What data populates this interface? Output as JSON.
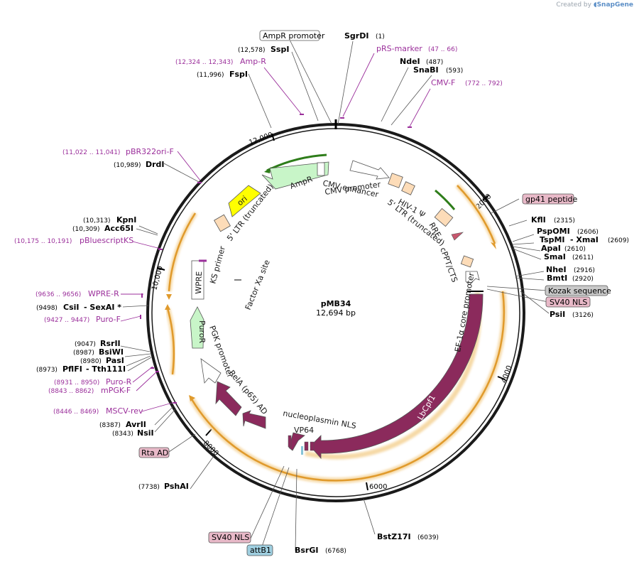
{
  "credit": {
    "prefix": "Created by",
    "brand": "SnapGene"
  },
  "plasmid": {
    "name": "pMB34",
    "size": "12,694 bp"
  },
  "ticks": [
    "2000",
    "4000",
    "6000",
    "8000",
    "10,000",
    "12,000"
  ],
  "colors": {
    "purple": "#9b2f9b",
    "feature": "#8b2a5c",
    "ori": "#ffff00",
    "amp": "#c8f5c8",
    "ltr": "#fddcb8",
    "orange": "#e8a43c"
  },
  "sites": {
    "sgrdi": {
      "name": "SgrDI",
      "pos": "(1)"
    },
    "ampr_promoter": {
      "name": "AmpR promoter"
    },
    "sspi": {
      "name": "SspI",
      "pos": "(12,578)"
    },
    "prs_marker": {
      "name": "pRS-marker",
      "pos": "(47 .. 66)"
    },
    "amp_r": {
      "name": "Amp-R",
      "pos": "(12,324 .. 12,343)"
    },
    "ndei": {
      "name": "NdeI",
      "pos": "(487)"
    },
    "snabi": {
      "name": "SnaBI",
      "pos": "(593)"
    },
    "fspi": {
      "name": "FspI",
      "pos": "(11,996)"
    },
    "cmv_f": {
      "name": "CMV-F",
      "pos": "(772 .. 792)"
    },
    "pbr322ori_f": {
      "name": "pBR322ori-F",
      "pos": "(11,022 .. 11,041)"
    },
    "drdi": {
      "name": "DrdI",
      "pos": "(10,989)"
    },
    "gp41": {
      "name": "gp41 peptide"
    },
    "kfli": {
      "name": "KflI",
      "pos": "(2315)"
    },
    "kpni": {
      "name": "KpnI",
      "pos": "(10,313)"
    },
    "acc65i": {
      "name": "Acc65I",
      "pos": "(10,309)"
    },
    "pbluescriptks": {
      "name": "pBluescriptKS",
      "pos": "(10,175 .. 10,191)"
    },
    "psppomi": {
      "name": "PspOMI",
      "pos": "(2606)"
    },
    "tspmi": {
      "name": "TspMI",
      "pos": "(2609)"
    },
    "xmai": {
      "name": "- XmaI"
    },
    "apai": {
      "name": "ApaI",
      "pos": "(2610)"
    },
    "smai": {
      "name": "SmaI",
      "pos": "(2611)"
    },
    "nhei": {
      "name": "NheI",
      "pos": "(2916)"
    },
    "bmti": {
      "name": "BmtI",
      "pos": "(2920)"
    },
    "kozak": {
      "name": "Kozak sequence"
    },
    "sv40nls_r": {
      "name": "SV40 NLS"
    },
    "psii": {
      "name": "PsiI",
      "pos": "(3126)"
    },
    "wpre_r": {
      "name": "WPRE-R",
      "pos": "(9636 .. 9656)"
    },
    "csii": {
      "name": "CsiI",
      "pos": "(9498)"
    },
    "sexai": {
      "name": "- SexAI *"
    },
    "puro_f": {
      "name": "Puro-F",
      "pos": "(9427 .. 9447)"
    },
    "rsrii": {
      "name": "RsrII",
      "pos": "(9047)"
    },
    "bsiwi": {
      "name": "BsiWI",
      "pos": "(8987)"
    },
    "pasi": {
      "name": "PasI",
      "pos": "(8980)"
    },
    "pflfi": {
      "name": "PflFI",
      "pos": "(8973)"
    },
    "tth111i": {
      "name": "- Tth111I"
    },
    "puro_r": {
      "name": "Puro-R",
      "pos": "(8931 .. 8950)"
    },
    "mpgk_f": {
      "name": "mPGK-F",
      "pos": "(8843 .. 8862)"
    },
    "mscv_rev": {
      "name": "MSCV-rev",
      "pos": "(8446 .. 8469)"
    },
    "avrii": {
      "name": "AvrII",
      "pos": "(8387)"
    },
    "nsii": {
      "name": "NsiI",
      "pos": "(8343)"
    },
    "rta_ad": {
      "name": "Rta AD"
    },
    "pshai": {
      "name": "PshAI",
      "pos": "(7738)"
    },
    "sv40nls_b": {
      "name": "SV40 NLS"
    },
    "attb1": {
      "name": "attB1"
    },
    "bsrgi": {
      "name": "BsrGI",
      "pos": "(6768)"
    },
    "bstz17i": {
      "name": "BstZ17I",
      "pos": "(6039)"
    }
  },
  "features": {
    "cmv_enhancer": "CMV enhancer",
    "cmv_promoter": "CMV promoter",
    "hiv_psi": "HIV-1 Ψ",
    "ltr5": "5' LTR (truncated)",
    "rre": "RRE",
    "cppt": "cPPT/CTS",
    "ef1a": "EF-1α core promoter",
    "lbcpf1": "LbCpf1",
    "amp_r": "AmpR",
    "ori": "ori",
    "ltr5_left": "5' LTR (truncated)",
    "ks_primer": "KS primer",
    "wpre": "WPRE",
    "factor_xa": "Factor Xa site",
    "pgk_promoter": "PGK promoter",
    "puror": "PuroR",
    "rela": "RelA (p65) AD",
    "nucleoplasmin": "nucleoplasmin NLS",
    "vp64": "VP64"
  }
}
